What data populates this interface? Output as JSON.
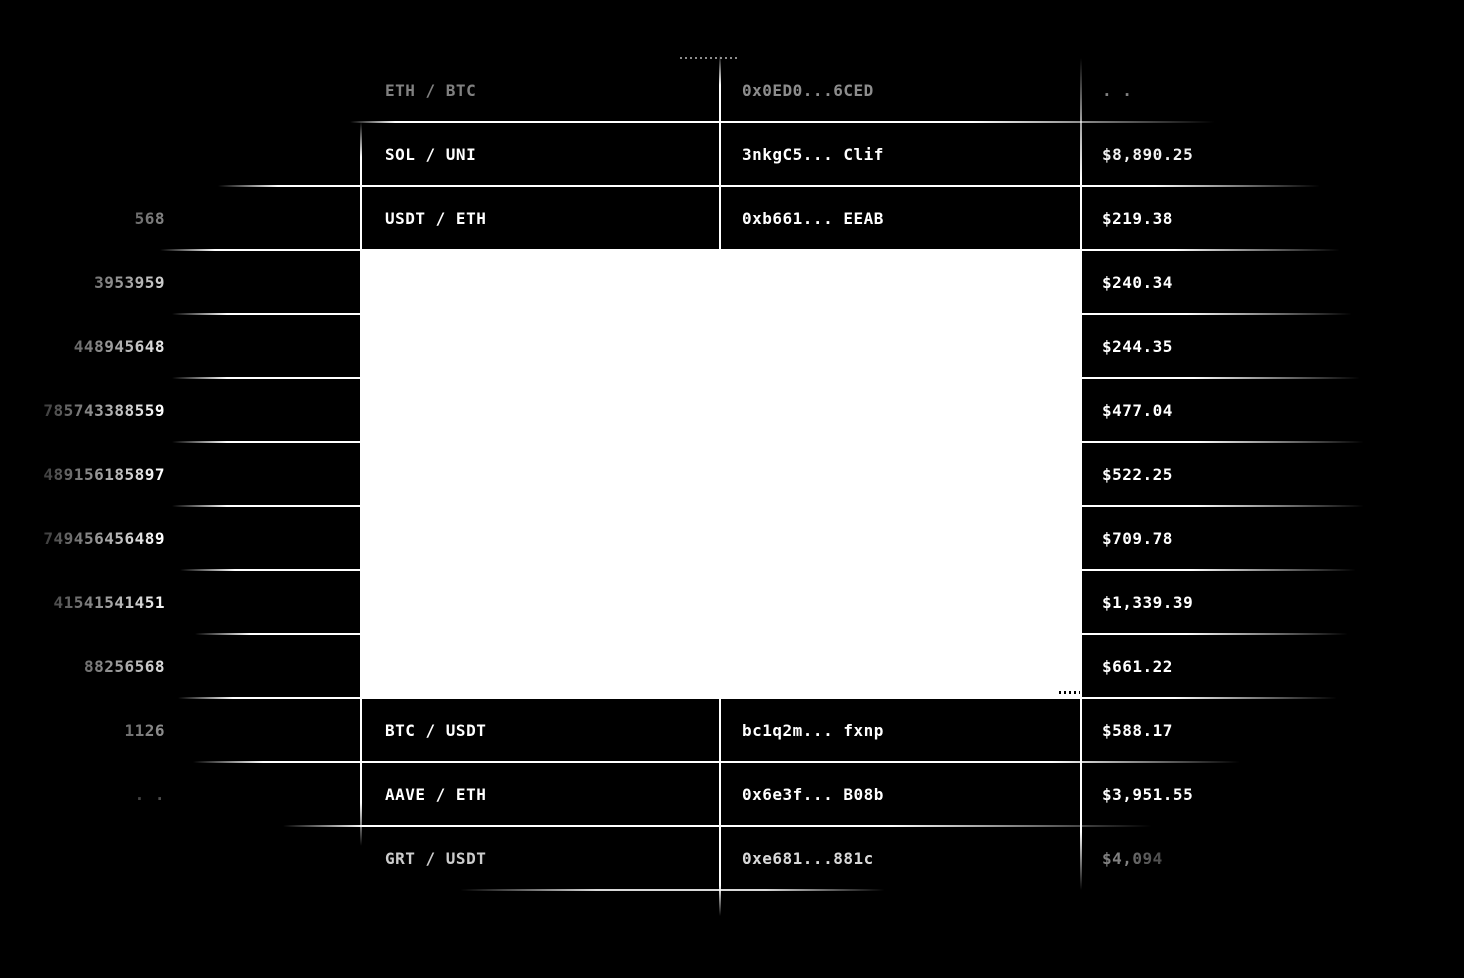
{
  "app": {
    "background_color": "#000000",
    "text_color": "#ffffff",
    "overlay_color": "#ffffff"
  },
  "table": {
    "columns": [
      {
        "name": "id"
      },
      {
        "name": "pair"
      },
      {
        "name": "address"
      },
      {
        "name": "amount"
      }
    ],
    "rows": [
      {
        "id": "",
        "pair": "ETH / BTC",
        "address": "0x0ED0...6CED",
        "amount": ". ."
      },
      {
        "id": "",
        "pair": "SOL / UNI",
        "address": "3nkgC5... Clif",
        "amount": "$8,890.25"
      },
      {
        "id": "568",
        "pair": "USDT / ETH",
        "address": "0xb661... EEAB",
        "amount": "$219.38"
      },
      {
        "id": "3953959",
        "pair": "",
        "address": "",
        "amount": "$240.34"
      },
      {
        "id": "448945648",
        "pair": "",
        "address": "",
        "amount": "$244.35"
      },
      {
        "id": "785743388559",
        "pair": "",
        "address": "",
        "amount": "$477.04"
      },
      {
        "id": "489156185897",
        "pair": "",
        "address": "",
        "amount": "$522.25"
      },
      {
        "id": "749456456489",
        "pair": "",
        "address": "",
        "amount": "$709.78"
      },
      {
        "id": "41541541451",
        "pair": "",
        "address": "",
        "amount": "$1,339.39"
      },
      {
        "id": "88256568",
        "pair": "",
        "address": "",
        "amount": "$661.22"
      },
      {
        "id": "1126",
        "pair": "BTC / USDT",
        "address": "bc1q2m... fxnp",
        "amount": "$588.17"
      },
      {
        "id": ". .",
        "pair": "AAVE / ETH",
        "address": "0x6e3f... B08b",
        "amount": "$3,951.55"
      },
      {
        "id": "",
        "pair": "GRT / USDT",
        "address": "0xe681...881c",
        "amount": "$4,094"
      }
    ]
  }
}
